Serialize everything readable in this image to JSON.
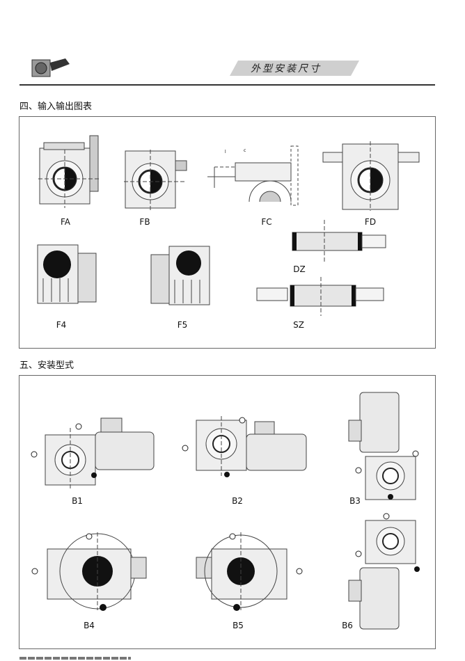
{
  "header": {
    "banner_title": "外型安装尺寸"
  },
  "section_io": {
    "title": "四、输入输出图表",
    "labels": [
      "FA",
      "FB",
      "FC",
      "FD",
      "F4",
      "F5",
      "DZ",
      "SZ"
    ]
  },
  "section_mount": {
    "title": "五、安装型式",
    "labels": [
      "B1",
      "B2",
      "B3",
      "B4",
      "B5",
      "B6"
    ]
  },
  "colors": {
    "line": "#444444",
    "fill_gray": "#d9d9d9",
    "dark": "#111111"
  },
  "icons": [
    "logo-gearbox-icon",
    "oil-drain-icon",
    "vent-plug-icon",
    "oil-level-icon"
  ]
}
